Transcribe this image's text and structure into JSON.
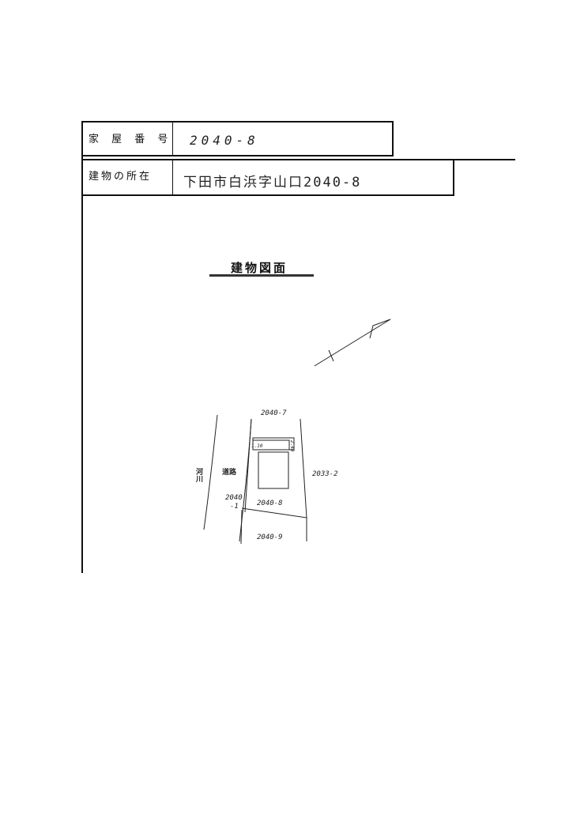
{
  "header": {
    "house_number_label": "家 屋 番 号",
    "house_number_value": "2040-8",
    "location_label": "建物の所在",
    "location_value": "下田市白浜字山口2040-8"
  },
  "drawing": {
    "title": "建物図面"
  },
  "site_plan": {
    "north_lot": "2040-7",
    "east_lot": "2033-2",
    "subject_lot": "2040-8",
    "south_lot": "2040-9",
    "west_lot_line1": "2040",
    "west_lot_line2": "-1",
    "road_label": "道路",
    "river_label": "河川",
    "dim_width": "1.10",
    "dim_height": "2.40"
  }
}
